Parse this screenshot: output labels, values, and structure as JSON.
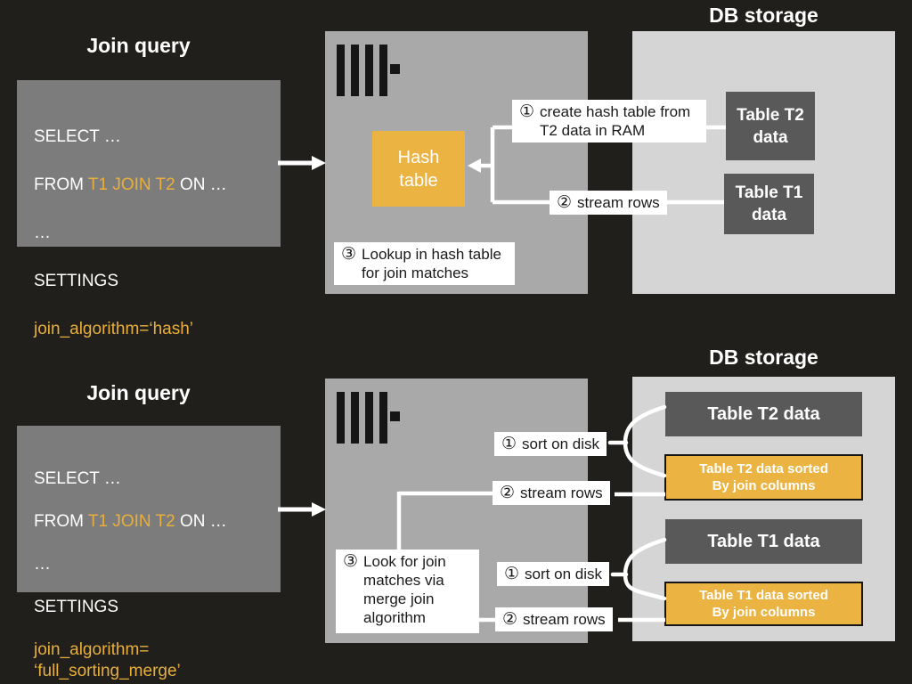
{
  "top": {
    "left_title": "Join query",
    "query": {
      "l1": "SELECT …",
      "from_pre": "FROM ",
      "from_hl": "T1 JOIN T2",
      "from_post": " ON …",
      "l3": "…",
      "l4": "SETTINGS",
      "algo": "join_algorithm=‘hash’"
    },
    "server": {
      "hash_table": "Hash\ntable",
      "step3_num": "③",
      "step3_text": "Lookup in hash table\nfor join matches"
    },
    "callouts": {
      "step1_num": "①",
      "step1_text": "create hash table from\nT2 data in RAM",
      "step2_num": "②",
      "step2_text": "stream rows"
    },
    "db": {
      "title": "DB storage",
      "t2": "Table T2\ndata",
      "t1": "Table T1\ndata"
    }
  },
  "bottom": {
    "left_title": "Join query",
    "query": {
      "l1": "SELECT …",
      "from_pre": "FROM ",
      "from_hl": "T1 JOIN T2",
      "from_post": " ON …",
      "l3": "…",
      "l4": "SETTINGS",
      "algo": "join_algorithm=\n‘full_sorting_merge’"
    },
    "server": {
      "step3_num": "③",
      "step3_text": "Look for join\nmatches via\nmerge join\nalgorithm"
    },
    "callouts": {
      "sort1_num": "①",
      "sort1_text": "sort on disk",
      "stream1_num": "②",
      "stream1_text": "stream rows",
      "sort2_num": "①",
      "sort2_text": "sort on disk",
      "stream2_num": "②",
      "stream2_text": "stream rows"
    },
    "db": {
      "title": "DB storage",
      "t2": "Table T2 data",
      "t2_sorted": "Table T2 data sorted\nBy join columns",
      "t1": "Table T1 data",
      "t1_sorted": "Table T1 data sorted\nBy join columns"
    }
  },
  "colors": {
    "background": "#211F1B",
    "query_box_gray": "#7C7C7C",
    "server_box_gray": "#A9A9A9",
    "db_box_gray": "#D5D5D5",
    "table_box_dark": "#595959",
    "accent_yellow": "#EBB341",
    "line_white": "#FFFFFF",
    "callout_text": "#1A1A1A"
  }
}
